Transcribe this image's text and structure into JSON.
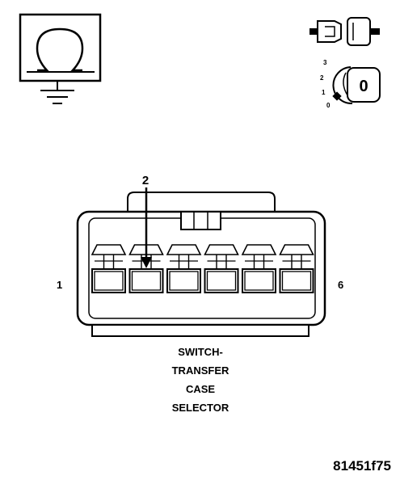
{
  "connector": {
    "pin_callout": "2",
    "pin_first": "1",
    "pin_last": "6",
    "cavity_count": 6
  },
  "caption": {
    "line1": "SWITCH-",
    "line2": "TRANSFER",
    "line3": "CASE",
    "line4": "SELECTOR"
  },
  "ignition": {
    "positions": [
      "3",
      "2",
      "1",
      "0"
    ],
    "key_label": "0"
  },
  "icons": {
    "ohmmeter": "ohmmeter-ground-icon",
    "connector": "disconnected-connector-icon",
    "ignition": "ignition-key-off-icon"
  },
  "figure_id": "81451f75"
}
